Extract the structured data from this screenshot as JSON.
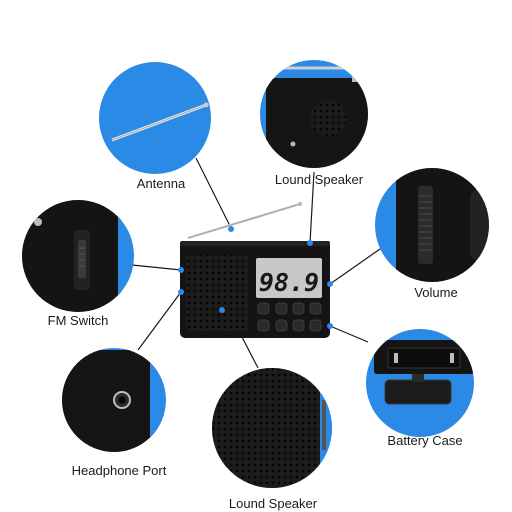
{
  "radio": {
    "frequency": "98.9"
  },
  "callouts": [
    {
      "id": "antenna",
      "label": "Antenna",
      "icon": "telescopic-antenna"
    },
    {
      "id": "loudspeaker-top",
      "label": "Lound Speaker",
      "icon": "speaker-grille"
    },
    {
      "id": "volume",
      "label": "Volume",
      "icon": "volume-wheel"
    },
    {
      "id": "fm-switch",
      "label": "FM Switch",
      "icon": "slide-switch"
    },
    {
      "id": "battery-case",
      "label": "Battery Case",
      "icon": "battery-compartment"
    },
    {
      "id": "headphone-port",
      "label": "Headphone Port",
      "icon": "audio-jack"
    },
    {
      "id": "loudspeaker-bottom",
      "label": "Lound Speaker",
      "icon": "speaker-grille"
    }
  ],
  "colors": {
    "accent": "#2b8ae6",
    "device": "#141414",
    "lcd": "#c7c9c6",
    "leader": "#1a1a1a"
  }
}
